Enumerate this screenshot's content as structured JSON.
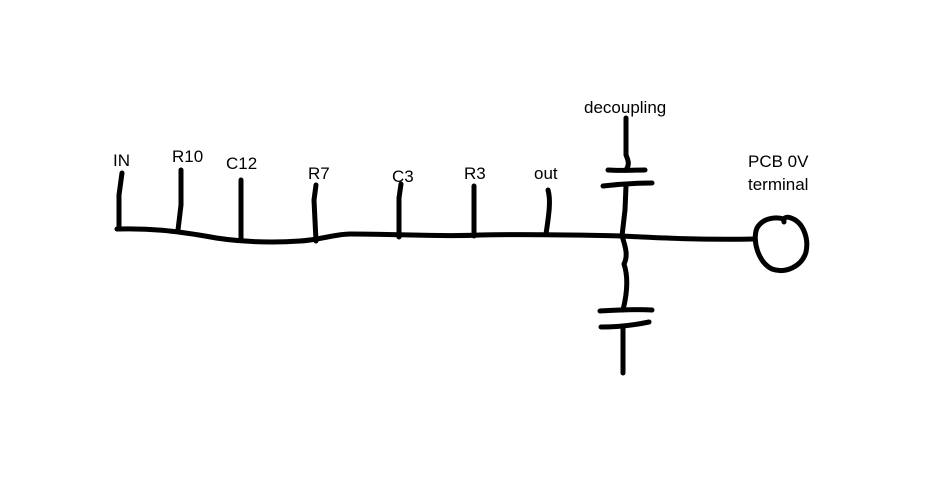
{
  "labels": {
    "in": "IN",
    "r10": "R10",
    "c12": "C12",
    "r7": "R7",
    "c3": "C3",
    "r3": "R3",
    "out": "out",
    "decoupling": "decoupling",
    "terminal_line1": "PCB 0V",
    "terminal_line2": "terminal"
  },
  "colors": {
    "ink": "#000000",
    "background": "#ffffff"
  }
}
